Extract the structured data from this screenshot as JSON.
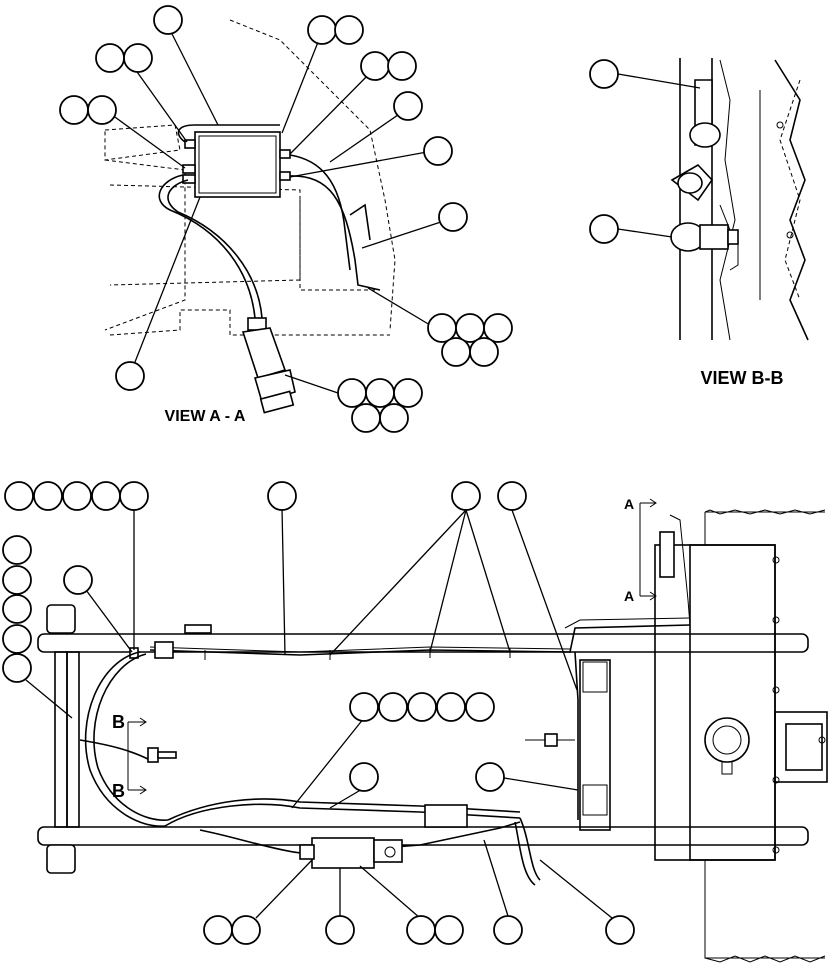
{
  "views": {
    "view_a": "VIEW A - A",
    "view_b": "VIEW B-B"
  },
  "section_marks": {
    "a_top": "A",
    "a_bottom": "A",
    "b_top": "B",
    "b_bottom": "B"
  }
}
